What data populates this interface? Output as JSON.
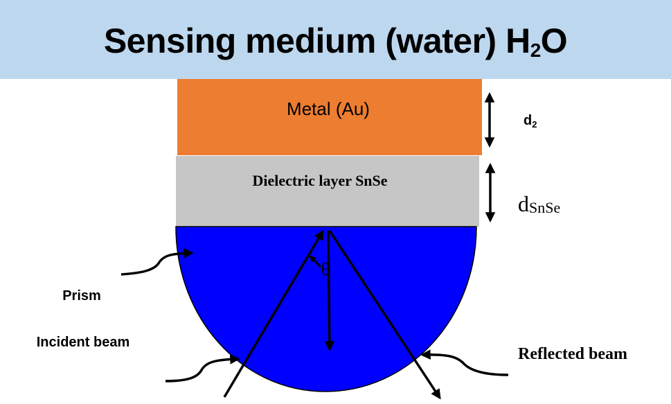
{
  "title": {
    "prefix": "Sensing medium (water) H",
    "subscript": "2",
    "suffix": "O"
  },
  "layers": {
    "metal": {
      "label": "Metal (Au)",
      "color": "#ed7d31"
    },
    "dielectric": {
      "label": "Dielectric layer SnSe",
      "color": "#c6c6c6"
    },
    "prism": {
      "color": "#0000ff"
    }
  },
  "thickness_labels": {
    "metal": {
      "base": "d",
      "subscript": "2"
    },
    "dielectric": {
      "base": "d",
      "subscript": "SnSe"
    }
  },
  "angle_label": "θ",
  "callouts": {
    "prism": "Prism",
    "incident": "Incident beam",
    "reflected": "Reflected beam"
  },
  "colors": {
    "title_band": "#bdd7ee",
    "arrows": "#000000"
  }
}
